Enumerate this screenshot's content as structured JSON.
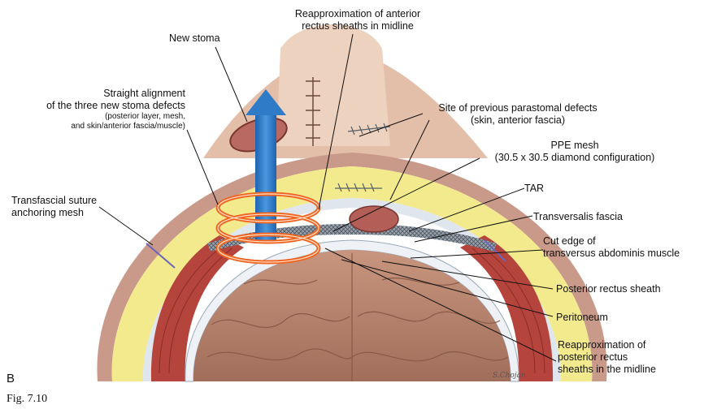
{
  "labels": {
    "new_stoma": "New stoma",
    "reapprox_anterior_1": "Reapproximation of anterior",
    "reapprox_anterior_2": "rectus sheaths in midline",
    "straight_1": "Straight alignment",
    "straight_2": "of the three new stoma defects",
    "straight_3": "(posterior layer, mesh,",
    "straight_4": "and skin/anterior fascia/muscle)",
    "site_prev_1": "Site of previous parastomal defects",
    "site_prev_2": "(skin, anterior fascia)",
    "ppe_1": "PPE mesh",
    "ppe_2": "(30.5 x 30.5 diamond configuration)",
    "tar": "TAR",
    "transfascial_1": "Transfascial suture",
    "transfascial_2": "anchoring mesh",
    "transversalis": "Transversalis fascia",
    "cut_edge_1": "Cut edge of",
    "cut_edge_2": "transversus abdominis muscle",
    "posterior_sheath": "Posterior rectus sheath",
    "peritoneum": "Peritoneum",
    "reapprox_posterior_1": "Reapproximation of",
    "reapprox_posterior_2": "posterior rectus",
    "reapprox_posterior_3": "sheaths in the midline"
  },
  "panel_letter": "B",
  "figure_number": "Fig. 7.10",
  "signature": "S.Chojan",
  "colors": {
    "skin": "#d9b1a0",
    "fat": "#f3ea8e",
    "muscle": "#b5443c",
    "fascia": "#e8eef6",
    "bowel": "#b98470",
    "arrow": "#2f7bc8",
    "ring": "#f06420"
  }
}
